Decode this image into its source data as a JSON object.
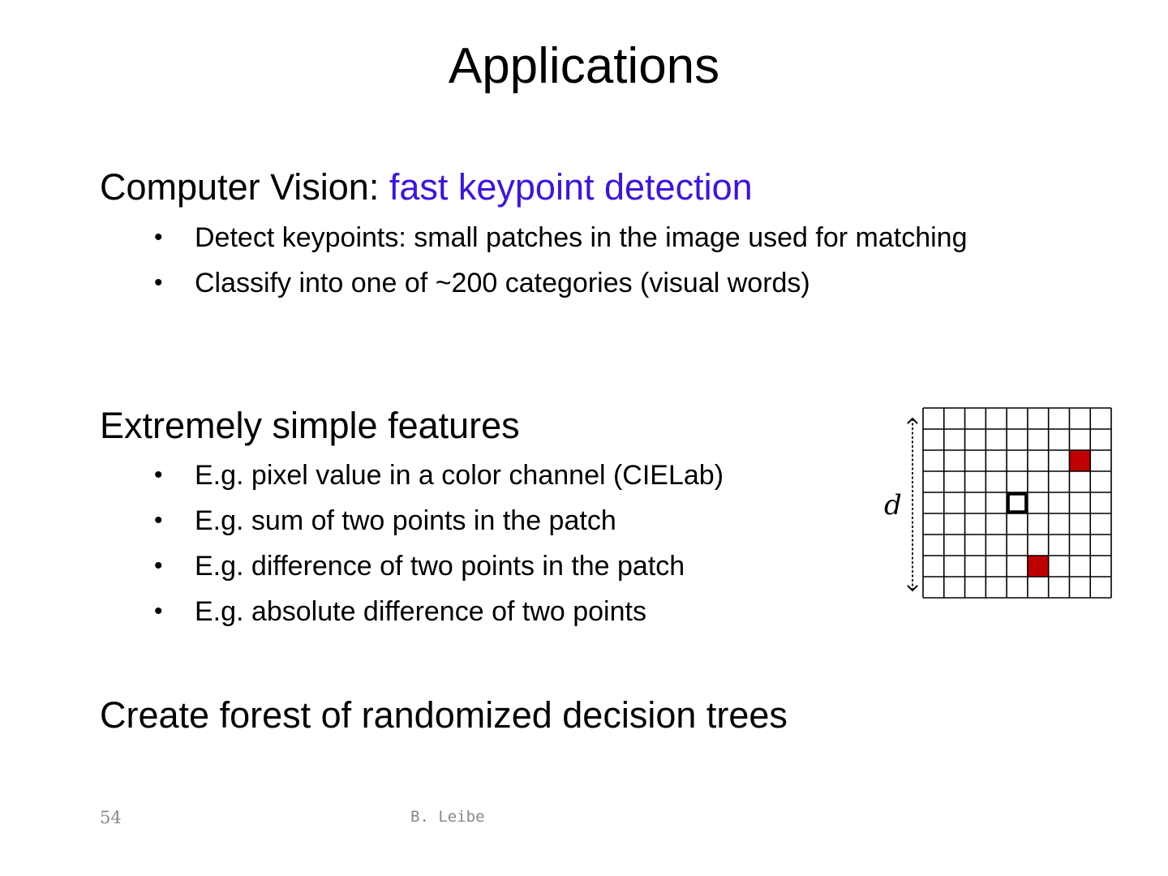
{
  "slide": {
    "title": "Applications",
    "section1": {
      "heading_prefix": "Computer Vision: ",
      "heading_accent": "fast keypoint detection",
      "bullets": [
        "Detect keypoints: small patches in the image used for matching",
        "Classify into one of ~200 categories (visual words)"
      ]
    },
    "section2": {
      "heading": "Extremely simple features",
      "bullets": [
        "E.g. pixel value in a color channel (CIELab)",
        "E.g. sum of two points in the patch",
        "E.g. difference of two points in the patch",
        "E.g. absolute difference of two points"
      ]
    },
    "section3": {
      "heading": "Create forest of randomized decision trees"
    },
    "figure": {
      "dimension_label": "d",
      "grid_columns": 9,
      "grid_rows": 9,
      "highlight_color": "#c00000",
      "red_cells": [
        [
          7,
          2
        ],
        [
          5,
          7
        ]
      ],
      "outlined_cells": [
        [
          4,
          4
        ]
      ]
    },
    "footer": {
      "page_number": "54",
      "author": "B. Leibe"
    },
    "colors": {
      "accent": "#3d13e0",
      "footer_text": "#888888"
    }
  }
}
